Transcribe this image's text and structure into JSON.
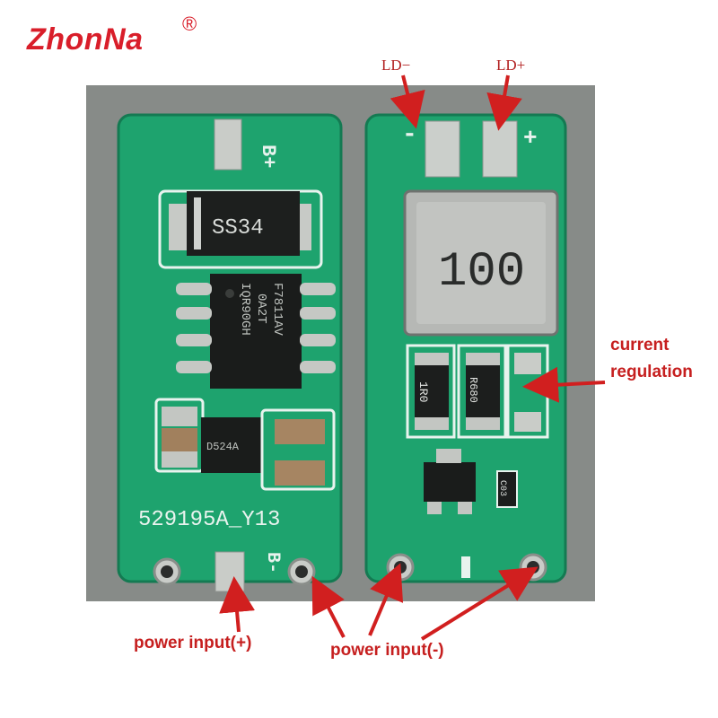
{
  "brand": {
    "name": "ZhonNa",
    "mark": "®"
  },
  "board_left": {
    "diode_marking": "SS34",
    "ic_marking_1": "IQR90GH",
    "ic_marking_2": "0A2T",
    "ic_marking_3": "F7811AV",
    "small_ic_marking": "D524A",
    "silk_text": "529195A_Y13",
    "pad_b_plus": "B+",
    "pad_b_minus": "B-"
  },
  "board_right": {
    "inductor_marking": "100",
    "resistor_1": "1R0",
    "resistor_2": "R680",
    "cap_marking": "C03",
    "minus_sign": "-",
    "plus_sign": "+"
  },
  "labels": {
    "ld_minus": "LD−",
    "ld_plus": "LD+",
    "current_regulation_1": "current",
    "current_regulation_2": "regulation",
    "power_input_plus": "power input(+)",
    "power_input_minus": "power input(-)"
  },
  "colors": {
    "pcb": "#1ea36e",
    "annotation": "#c61f1f",
    "brand": "#d91e2a"
  }
}
